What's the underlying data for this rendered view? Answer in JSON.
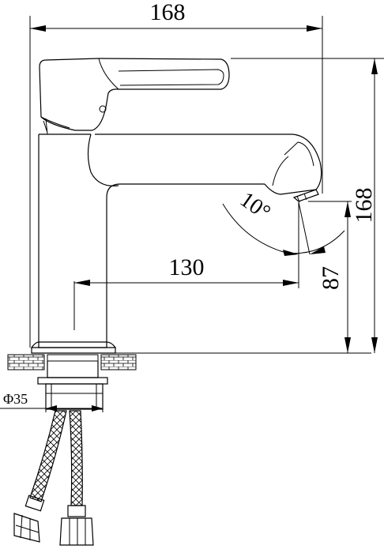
{
  "dimensions": {
    "total_width": "168",
    "total_height": "168",
    "spout_reach": "130",
    "spout_height": "87",
    "spout_angle": "10°",
    "hose_diameter": "Φ35"
  },
  "colors": {
    "line": "#000000",
    "background": "#ffffff"
  }
}
